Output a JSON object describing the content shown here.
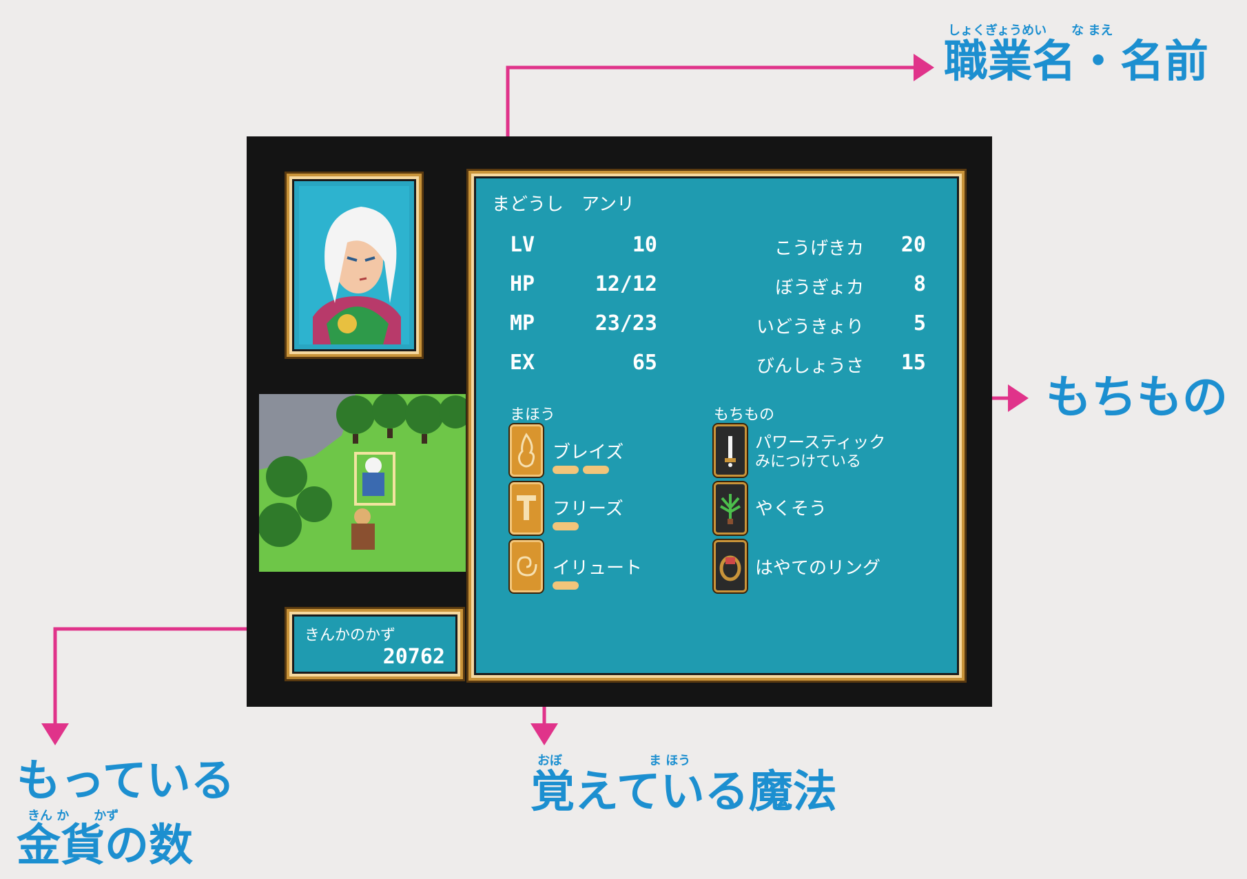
{
  "callouts": {
    "job_name": {
      "text": "職業名・名前",
      "ruby": "しょくぎょうめい　　な まえ"
    },
    "items": {
      "text": "もちもの"
    },
    "gold": {
      "line1": "もっている",
      "line2": "金貨の数",
      "ruby": "きん か　　かず"
    },
    "magic": {
      "text": "覚えている魔法",
      "ruby": "おぼ　　　　　　　ま ほう"
    }
  },
  "character": {
    "job_name": "まどうし　アンリ",
    "stats_left": [
      {
        "key": "LV",
        "value": "10"
      },
      {
        "key": "HP",
        "value": "12/12"
      },
      {
        "key": "MP",
        "value": "23/23"
      },
      {
        "key": "EX",
        "value": "65"
      }
    ],
    "stats_right": [
      {
        "key": "こうげきカ",
        "value": "20"
      },
      {
        "key": "ぼうぎょカ",
        "value": "8"
      },
      {
        "key": "いどうきょり",
        "value": "5"
      },
      {
        "key": "びんしょうさ",
        "value": "15"
      }
    ]
  },
  "magic": {
    "header": "まほう",
    "spells": [
      {
        "name": "ブレイズ",
        "icon": "flame-icon",
        "levels": 2
      },
      {
        "name": "フリーズ",
        "icon": "ice-icon",
        "levels": 1
      },
      {
        "name": "イリュート",
        "icon": "spiral-icon",
        "levels": 1
      }
    ]
  },
  "items": {
    "header": "もちもの",
    "list": [
      {
        "name": "パワースティック",
        "sub": "みにつけている",
        "icon": "staff-icon"
      },
      {
        "name": "やくそう",
        "icon": "herb-icon"
      },
      {
        "name": "はやてのリング",
        "icon": "ring-icon"
      }
    ]
  },
  "gold": {
    "label": "きんかのかず",
    "value": "20762"
  },
  "colors": {
    "callout": "#1c8fd0",
    "leader": "#e0338a",
    "panel": "#1f9bb0",
    "frame": "#c9943a"
  }
}
